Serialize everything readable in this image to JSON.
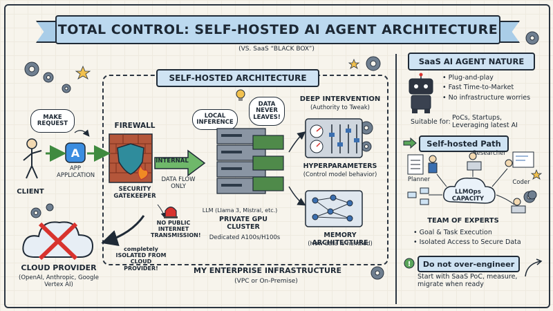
{
  "title": "TOTAL CONTROL: SELF-HOSTED AI AGENT ARCHITECTURE",
  "subtitle": "(VS. SaaS “BLACK BOX”)",
  "self_hosted": {
    "section_label": "SELF-HOSTED ARCHITECTURE",
    "client": {
      "bubble": "MAKE REQUEST",
      "label": "CLIENT"
    },
    "app": {
      "label": "APP APPLICATION"
    },
    "firewall": {
      "title": "FIREWALL",
      "caption": "SECURITY GATEKEEPER"
    },
    "internal": {
      "arrow_label": "INTERNAL",
      "caption": "DATA FLOW ONLY"
    },
    "alarm": {
      "caption": "NO PUBLIC INTERNET TRANSMISSION!"
    },
    "gpu": {
      "bubble_local": "LOCAL INFERENCE",
      "bubble_data": "DATA NEVER LEAVES!",
      "llm": "LLM (Llama 3, Mistral, etc.)",
      "cluster": "PRIVATE GPU CLUSTER",
      "hardware": "Dedicated A100s/H100s"
    },
    "deep": {
      "title": "DEEP INTERVENTION",
      "sub": "(Authority to Tweak)"
    },
    "hyper": {
      "title": "HYPERPARAMETERS",
      "sub": "(Control model behavior)"
    },
    "memory": {
      "title": "MEMORY ARCHITECTURE",
      "sub": "(How data is handled)"
    },
    "enterprise": {
      "title": "MY ENTERPRISE INFRASTRUCTURE",
      "sub": "(VPC or On-Premise)"
    },
    "cloud": {
      "title": "CLOUD PROVIDER",
      "sub": "(OpenAI, Anthropic, Google Vertex AI)",
      "isolated": "completely ISOLATED FROM CLOUD PROVIDER!"
    }
  },
  "saas": {
    "heading": "SaaS AI AGENT NATURE",
    "bullets": [
      "Plug-and-play",
      "Fast Time-to-Market",
      "No infrastructure worries"
    ],
    "suitable_label": "Suitable for:",
    "suitable_value": "PoCs, Startups, Leveraging latest AI"
  },
  "path": {
    "heading": "Self-hosted Path",
    "roles": {
      "researcher": "Researcher",
      "planner": "Planner",
      "coder": "Coder"
    },
    "center": "LLMOps CAPACITY",
    "team": "TEAM OF EXPERTS",
    "bullets": [
      "Goal & Task Execution",
      "Isolated Access to Secure Data"
    ]
  },
  "advice": {
    "heading": "Do not over-engineer",
    "text": "Start with SaaS PoC, measure, migrate when ready"
  },
  "colors": {
    "banner": "#bcd9ef",
    "green": "#5aa55a",
    "red": "#d8332e",
    "brick": "#b4563a",
    "gpu": "#6b7280"
  }
}
